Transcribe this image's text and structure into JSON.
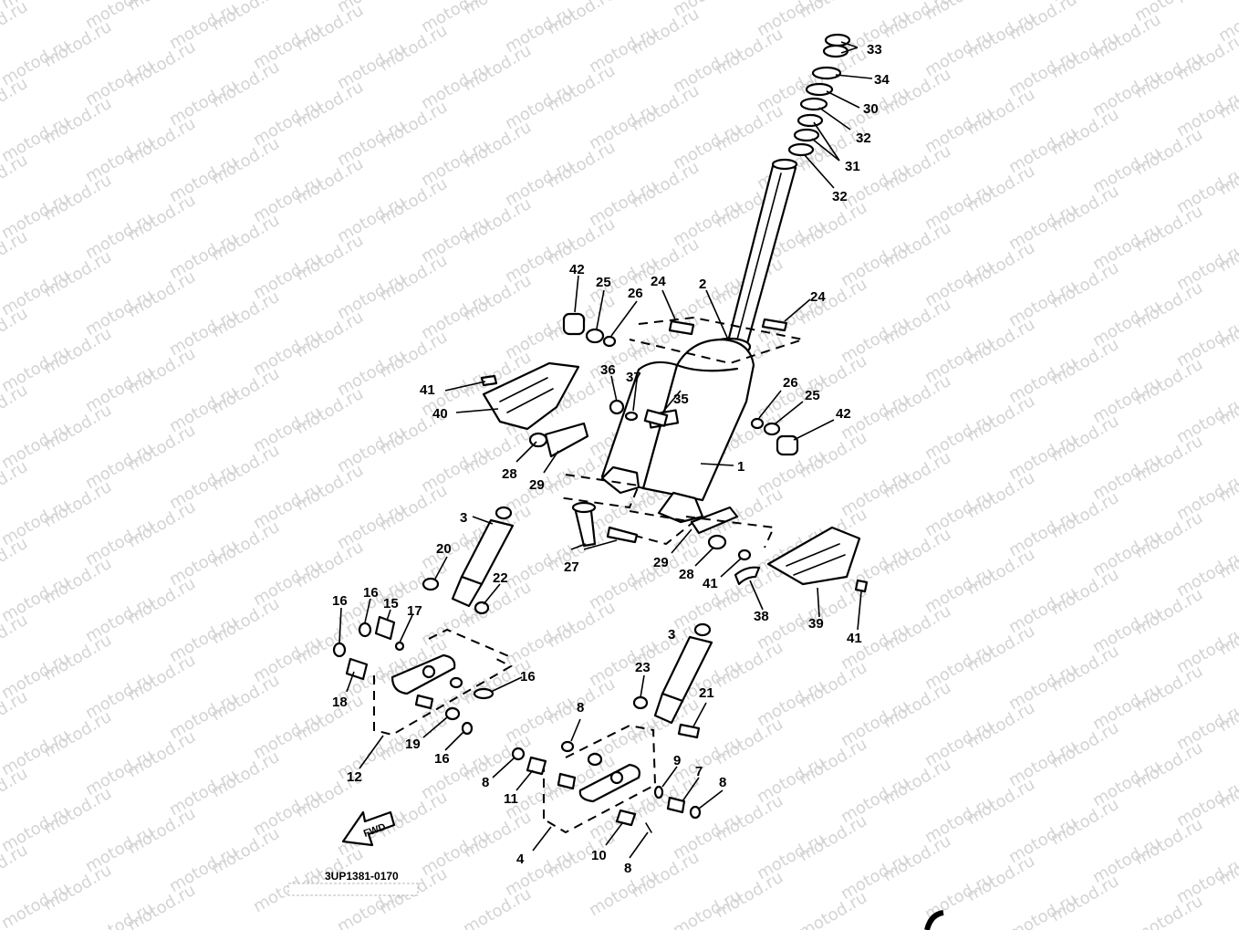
{
  "watermark": {
    "text": "motod.ru"
  },
  "diagram": {
    "code": "3UP1381-0170",
    "fwd_label": "FWD",
    "callouts": [
      "33",
      "34",
      "30",
      "32",
      "31",
      "32",
      "42",
      "25",
      "26",
      "24",
      "2",
      "24",
      "41",
      "40",
      "36",
      "37",
      "35",
      "26",
      "25",
      "42",
      "1",
      "28",
      "29",
      "3",
      "27",
      "20",
      "22",
      "29",
      "28",
      "41",
      "38",
      "39",
      "41",
      "16",
      "16",
      "15",
      "17",
      "18",
      "16",
      "3",
      "23",
      "21",
      "19",
      "16",
      "12",
      "8",
      "9",
      "7",
      "8",
      "11",
      "4",
      "10",
      "8",
      "8"
    ]
  },
  "colors": {
    "ink": "#000000",
    "paper": "#ffffff",
    "watermark": "#d4d4d4"
  }
}
